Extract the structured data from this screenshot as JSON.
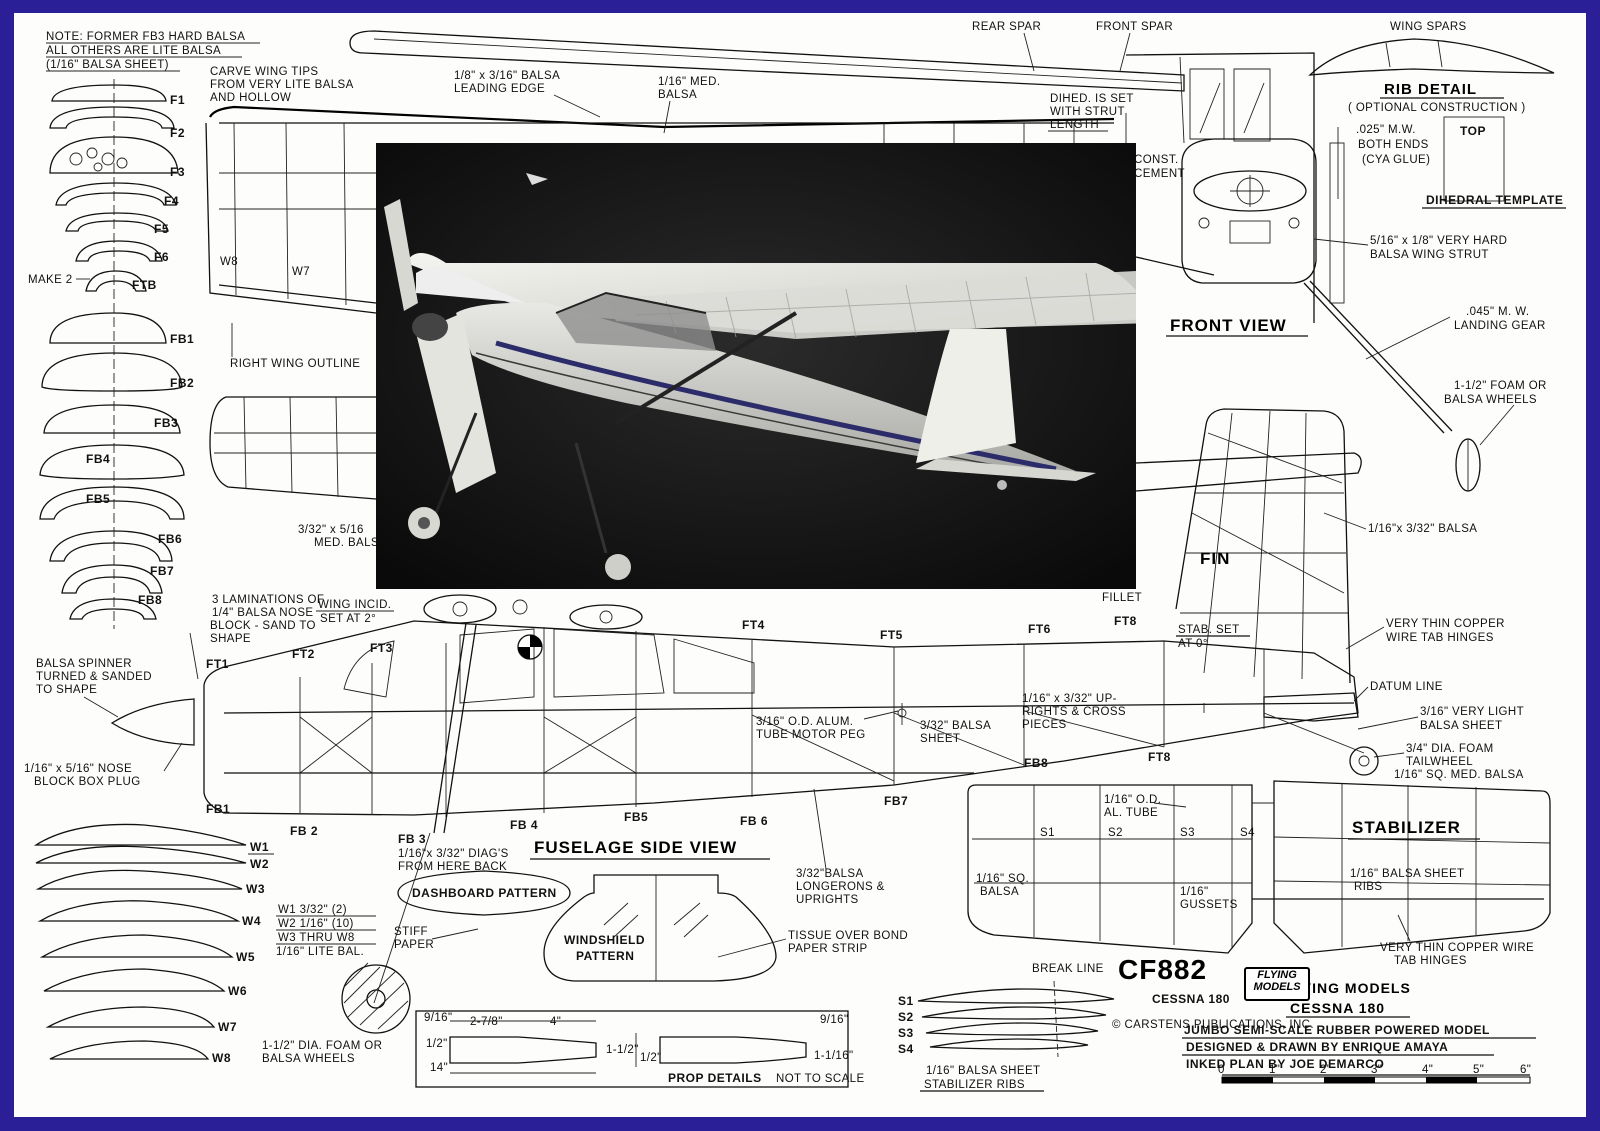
{
  "notes": {
    "note1": "NOTE: FORMER FB3 HARD BALSA",
    "note2": "ALL OTHERS ARE LITE BALSA",
    "note3": "(1/16\" BALSA SHEET)",
    "carve1": "CARVE WING TIPS",
    "carve2": "FROM VERY LITE BALSA",
    "carve3": "AND HOLLOW",
    "make2": "MAKE 2"
  },
  "formers": [
    "F1",
    "F2",
    "F3",
    "F4",
    "F5",
    "F6",
    "FTB",
    "FB1",
    "FB2",
    "FB3",
    "FB4",
    "FB5",
    "FB6",
    "FB7",
    "FB8"
  ],
  "wing_top": {
    "rear_spar": "REAR SPAR",
    "front_spar": "FRONT SPAR",
    "leading_edge1": "1/8\" x 3/16\" BALSA",
    "leading_edge2": "LEADING EDGE",
    "med_balsa1": "1/16\" MED.",
    "med_balsa2": "BALSA",
    "dihedral1": "DIHED. IS SET",
    "dihedral2": "WITH STRUT",
    "dihedral3": "LENGTH",
    "const1": "CONST.",
    "const2": "CEMENT",
    "w8": "W8",
    "w7": "W7",
    "right_wing": "RIGHT WING OUTLINE",
    "spar_lbl1": "3/32\" x 5/16",
    "spar_lbl2": "MED. BALS"
  },
  "rib_detail": {
    "wing_spars": "WING SPARS",
    "title": "RIB DETAIL",
    "subtitle": "( OPTIONAL CONSTRUCTION )",
    "mw1": ".025\" M.W.",
    "mw2": "BOTH ENDS",
    "mw3": "(CYA GLUE)",
    "top": "TOP",
    "dihedral_template": "DIHEDRAL TEMPLATE"
  },
  "front_view": {
    "strut1": "5/16\" x 1/8\" VERY HARD",
    "strut2": "BALSA WING STRUT",
    "title": "FRONT VIEW",
    "gear1": ".045\" M. W.",
    "gear2": "LANDING GEAR",
    "wheels1": "1-1/2\" FOAM OR",
    "wheels2": "BALSA WHEELS"
  },
  "fin": {
    "title": "FIN",
    "balsa": "1/16\"x 3/32\" BALSA",
    "copper1": "VERY THIN COPPER",
    "copper2": "WIRE TAB HINGES",
    "stab_set1": "STAB. SET",
    "stab_set2": "AT 0°",
    "fillet": "FILLET",
    "datum": "DATUM LINE",
    "light1": "3/16\" VERY LIGHT",
    "light2": "BALSA SHEET",
    "tail1": "3/4\" DIA. FOAM",
    "tail2": "TAILWHEEL",
    "tail3": "1/16\" SQ. MED. BALSA"
  },
  "fuselage": {
    "lam1": "3 LAMINATIONS OF",
    "lam2": "1/4\" BALSA NOSE",
    "lam3": "BLOCK - SAND TO",
    "lam4": "SHAPE",
    "incid1": "WING INCID.",
    "incid2": "SET AT 2°",
    "spinner1": "BALSA SPINNER",
    "spinner2": "TURNED & SANDED",
    "spinner3": "TO SHAPE",
    "plug1": "1/16\" x 5/16\" NOSE",
    "plug2": "BLOCK  BOX PLUG",
    "tube1": "3/16\" O.D. ALUM.",
    "tube2": "TUBE MOTOR PEG",
    "sheet1": "3/32\" BALSA",
    "sheet2": "SHEET",
    "uprights1": "1/16\" x 3/32\" UP-",
    "uprights2": "RIGHTS & CROSS",
    "uprights3": "PIECES",
    "diag1": "1/16\"x 3/32\" DIAG'S",
    "diag2": "FROM HERE BACK",
    "title": "FUSELAGE  SIDE VIEW",
    "longerons1": "3/32\"BALSA",
    "longerons2": "LONGERONS &",
    "longerons3": "UPRIGHTS",
    "stations": [
      "FT1",
      "FT2",
      "FT3",
      "FT4",
      "FT5",
      "FT6",
      "FT8",
      "FB1",
      "FB 2",
      "FB 3",
      "FB 4",
      "FB5",
      "FB 6",
      "FB7",
      "FB8",
      "FT8"
    ]
  },
  "stabilizer": {
    "title": "STABILIZER",
    "tube1": "1/16\" O.D.",
    "tube2": "AL. TUBE",
    "ribs": [
      "S1",
      "S2",
      "S3",
      "S4"
    ],
    "sq1": "1/16\" SQ.",
    "sq2": "BALSA",
    "gussets1": "1/16\"",
    "gussets2": "GUSSETS",
    "sheet1": "1/16\" BALSA SHEET",
    "sheet2": "RIBS",
    "copper1": "VERY THIN COPPER WIRE",
    "copper2": "TAB HINGES",
    "break_line": "BREAK LINE"
  },
  "ribs": {
    "labels": [
      "W1",
      "W2",
      "W3",
      "W4",
      "W5",
      "W6",
      "W7",
      "W8"
    ],
    "spec1": "W1  3/32\" (2)",
    "spec2": "W2  1/16\" (10)",
    "spec3": "W3 THRU W8",
    "spec4": "1/16\" LITE BAL."
  },
  "patterns": {
    "dashboard": "DASHBOARD PATTERN",
    "stiff1": "STIFF",
    "stiff2": "PAPER",
    "windshield1": "WINDSHIELD",
    "windshield2": "PATTERN",
    "tissue1": "TISSUE OVER BOND",
    "tissue2": "PAPER STRIP",
    "foam1": "1-1/2\" DIA. FOAM OR",
    "foam2": "BALSA WHEELS"
  },
  "prop": {
    "title": "PROP DETAILS",
    "note": "NOT TO SCALE",
    "dims": [
      "9/16\"",
      "2-7/8\"",
      "4\"",
      "1/2\"",
      "1-1/2\"",
      "1/2\"",
      "14\"",
      "9/16\"",
      "1-1/16\""
    ]
  },
  "stab_ribs": {
    "labels": [
      "S1",
      "S2",
      "S3",
      "S4"
    ],
    "title1": "1/16\" BALSA SHEET",
    "title2": "STABILIZER  RIBS"
  },
  "title_block": {
    "code": "CF882",
    "brand1": "FLYING",
    "brand2": "MODELS",
    "model": "CESSNA 180",
    "magazine": "FLYING  MODELS",
    "name": "CESSNA 180",
    "copyright": "© CARSTENS PUBLICATIONS, INC.",
    "desc": "JUMBO SEMI-SCALE RUBBER POWERED MODEL",
    "designed": "DESIGNED & DRAWN BY ENRIQUE AMAYA",
    "inked": "INKED PLAN BY JOE DEMARCO",
    "scale": [
      "0",
      "1\"",
      "2\"",
      "3\"",
      "4\"",
      "5\"",
      "6\""
    ]
  }
}
